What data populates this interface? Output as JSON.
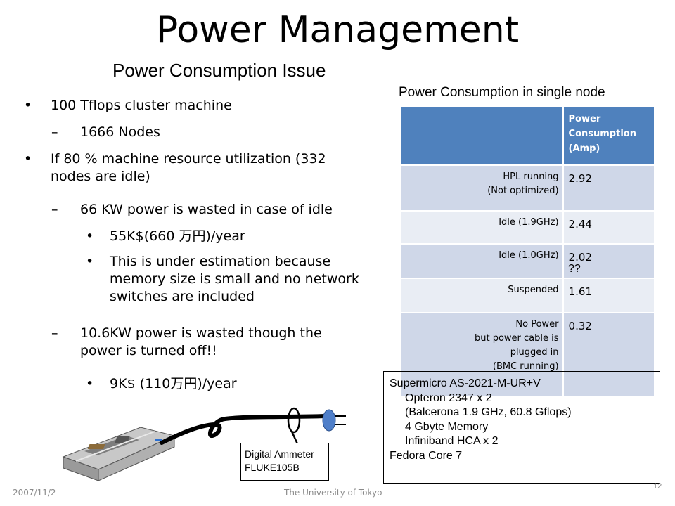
{
  "slide": {
    "title": "Power Management",
    "subtitle": "Power Consumption Issue",
    "bullets": [
      {
        "level": 1,
        "text": "100 Tflops  cluster machine"
      },
      {
        "level": 2,
        "text": "1666 Nodes"
      },
      {
        "level": 1,
        "text": "If 80 % machine resource utilization (332 nodes are idle)"
      },
      {
        "level": 2,
        "text": "66 KW power is wasted in case of idle"
      },
      {
        "level": 3,
        "text": "55K$(660 万円)/year"
      },
      {
        "level": 3,
        "text": "This is under estimation because memory size is  small and no network switches are included"
      },
      {
        "level": 2,
        "text": "10.6KW power is wasted though the power is turned off!!"
      },
      {
        "level": 3,
        "text": "9K$ (110万円)/year"
      }
    ]
  },
  "table": {
    "caption": "Power Consumption in single node",
    "header": {
      "label": "",
      "value_lines": [
        "Power",
        "Consumption",
        "(Amp)"
      ]
    },
    "rows": [
      {
        "label_lines": [
          "HPL running",
          "(Not optimized)"
        ],
        "value": "2.92"
      },
      {
        "label_lines": [
          "Idle (1.9GHz)"
        ],
        "value": "2.44"
      },
      {
        "label_lines": [
          "Idle (1.0GHz)"
        ],
        "value": "2.02"
      },
      {
        "label_lines": [
          "Suspended"
        ],
        "value": "1.61"
      },
      {
        "label_lines": [
          "No Power",
          "but power cable is",
          "plugged in",
          "(BMC running)"
        ],
        "value": "0.32"
      }
    ],
    "annotation": "??"
  },
  "spec_box": {
    "lines": [
      {
        "indent": false,
        "text": "Supermicro AS-2021-M-UR+V"
      },
      {
        "indent": true,
        "text": "Opteron 2347 x 2"
      },
      {
        "indent": true,
        "text": "(Balcerona 1.9 GHz, 60.8 Gflops)"
      },
      {
        "indent": true,
        "text": "4 Gbyte Memory"
      },
      {
        "indent": true,
        "text": "Infiniband HCA x 2"
      },
      {
        "indent": false,
        "text": "Fedora Core 7"
      }
    ]
  },
  "ammeter": {
    "line1": "Digital Ammeter",
    "line2": "FLUKE105B"
  },
  "footer": {
    "date": "2007/11/2",
    "org": "The University of Tokyo",
    "page": "12"
  },
  "colors": {
    "table_header": "#4f81bd",
    "row_dark": "#cfd7e8",
    "row_light": "#e9edf4",
    "plug": "#4f7fc9"
  }
}
